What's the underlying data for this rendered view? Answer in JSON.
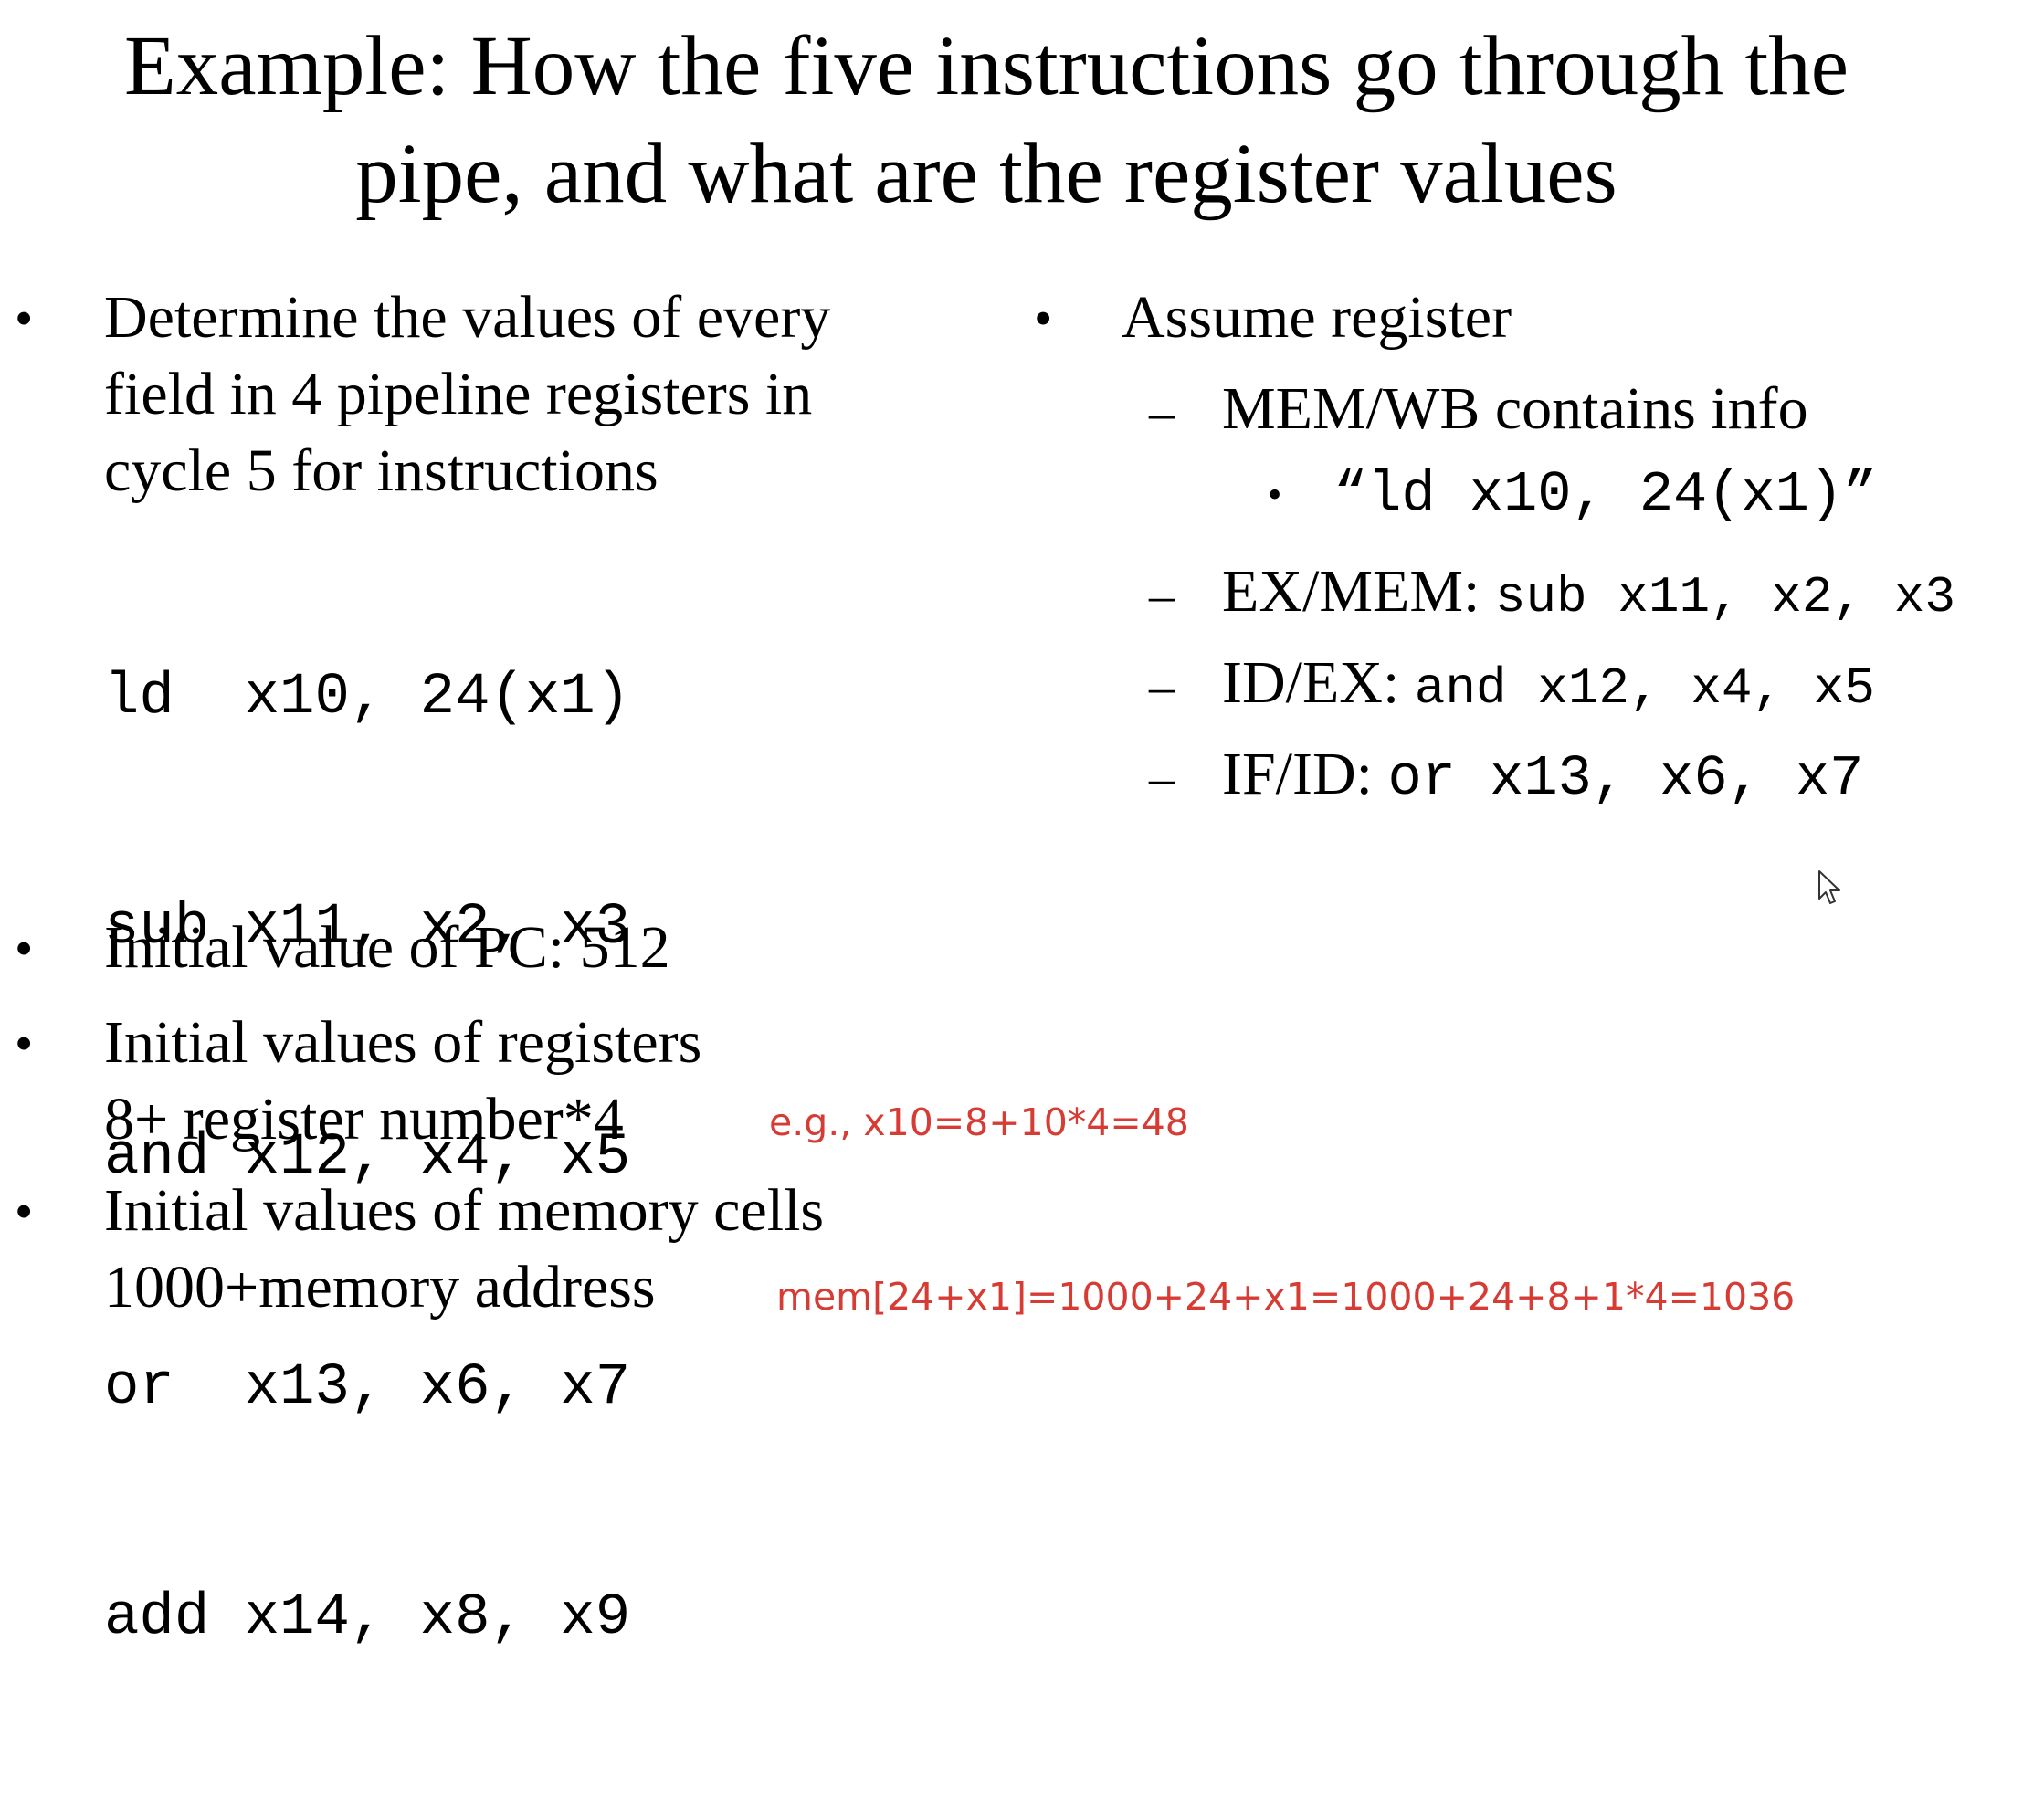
{
  "title": {
    "line1": "Example: How the five instructions go through the",
    "line2": "pipe, and what are the register values"
  },
  "left": {
    "item1": {
      "lines": [
        "Determine the values of every",
        "field in 4 pipeline registers in",
        "cycle 5 for instructions"
      ],
      "code": [
        "ld  x10, 24(x1)",
        "sub x11, x2, x3",
        "and x12, x4, x5",
        "or  x13, x6, x7",
        "add x14, x8, x9"
      ]
    },
    "item2": {
      "text": "Initial value of PC: 512"
    },
    "item3": {
      "line1": "Initial values of registers",
      "line2": "8+ register number*4",
      "note": "e.g., x10=8+10*4=48"
    },
    "item4": {
      "line1": "Initial values of memory cells",
      "line2": "1000+memory address",
      "note": "mem[24+x1]=1000+24+x1=1000+24+8+1*4=1036"
    }
  },
  "right": {
    "heading": "Assume register",
    "mem_wb": {
      "label": "MEM/WB contains info",
      "sub": "“ld x10, 24(x1)”"
    },
    "ex_mem": {
      "label": "EX/MEM:",
      "code": "sub x11, x2, x3"
    },
    "id_ex": {
      "label": "ID/EX:",
      "code": "and x12, x4, x5"
    },
    "if_id": {
      "label": "IF/ID:",
      "code": "or x13, x6, x7"
    }
  },
  "symbols": {
    "bullet": "•",
    "dash": "–"
  },
  "colors": {
    "note": "#d63b34",
    "text": "#000000",
    "background": "#ffffff"
  }
}
